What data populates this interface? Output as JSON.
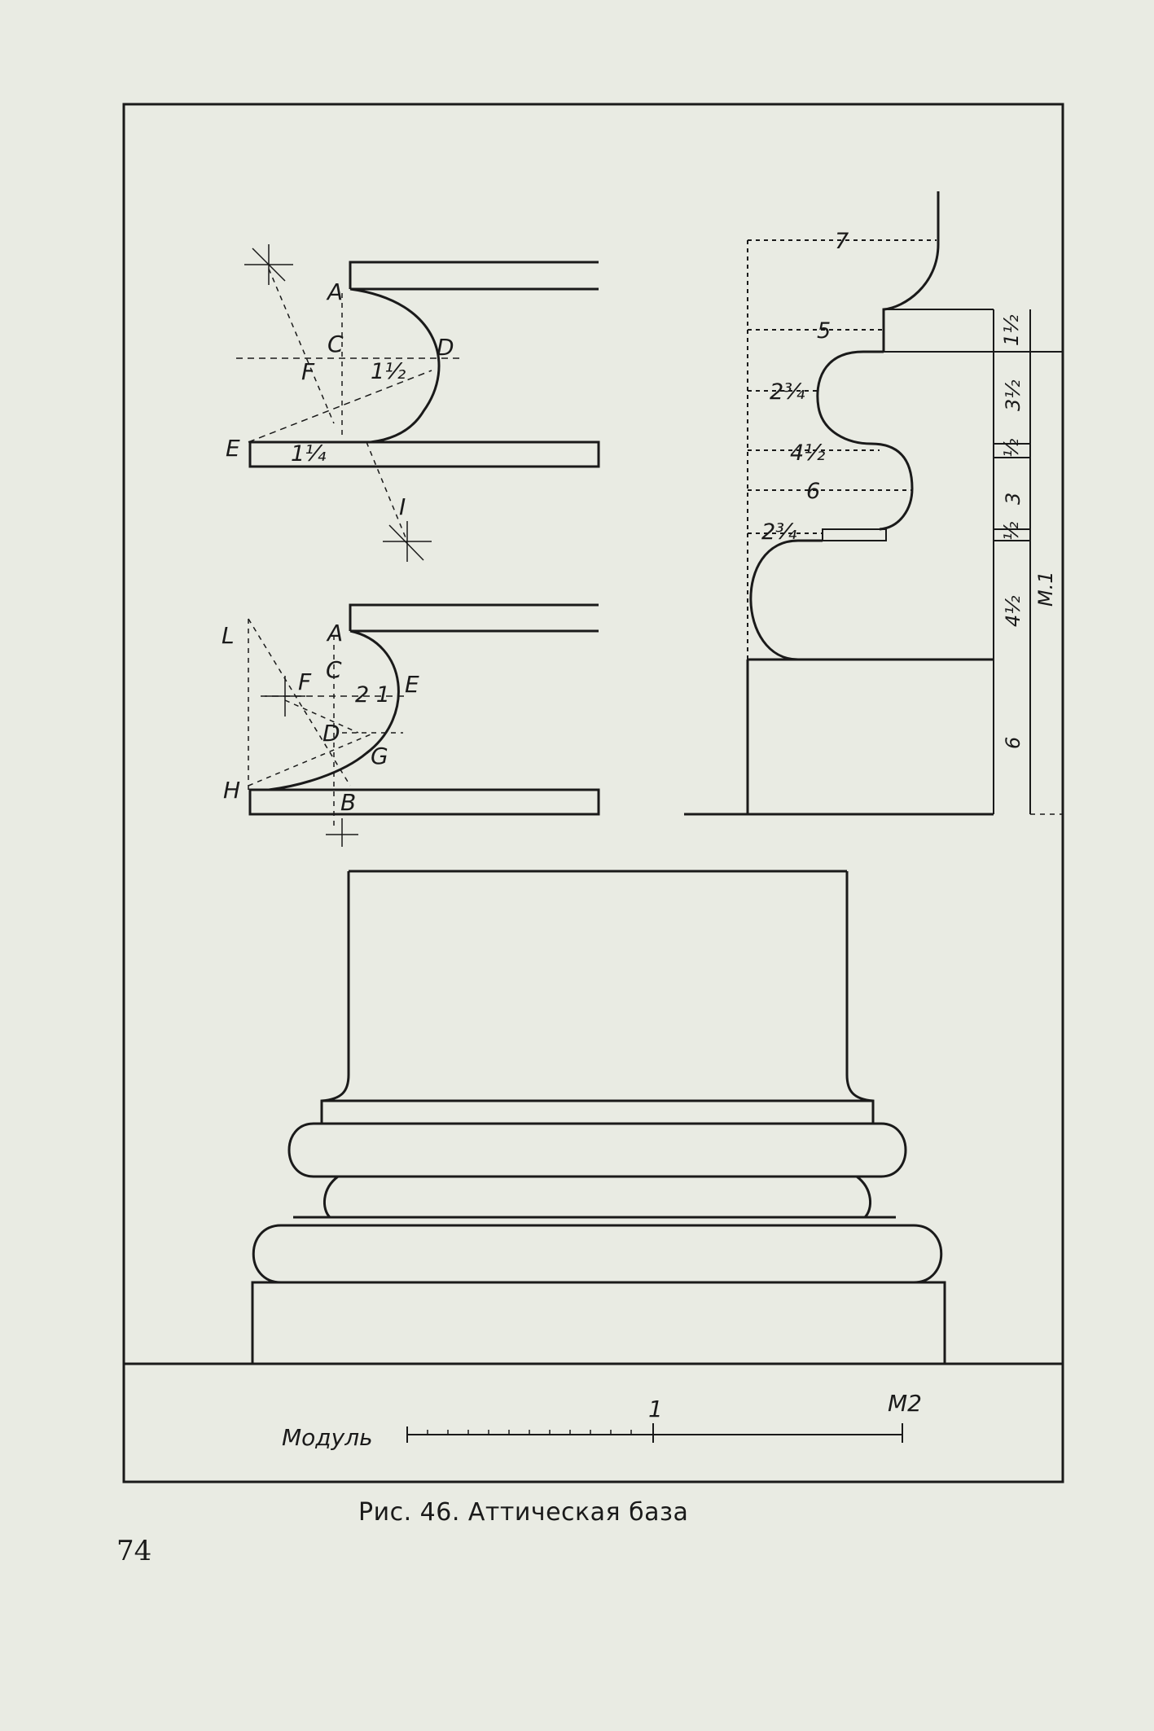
{
  "labels_top": {
    "a": "A",
    "c": "C",
    "d": "D",
    "f": "F",
    "e": "E",
    "one_half": "1½",
    "one_quarter": "1¼",
    "i": "I"
  },
  "labels_bottom": {
    "l": "L",
    "a": "A",
    "f": "F",
    "c": "C",
    "e": "E",
    "two_one": "2 1",
    "d": "D",
    "g": "G",
    "h": "H",
    "b": "B"
  },
  "profile_dims": {
    "d7": "7",
    "d5": "5",
    "d2_34a": "2¾",
    "d4_12": "4½",
    "d6": "6",
    "d2_34b": "2¾"
  },
  "right_column": {
    "r1": "1½",
    "r2": "3½",
    "r3": "½",
    "r4": "3",
    "r5": "½",
    "r6": "4½",
    "r7": "6",
    "module_mark": "M.1"
  },
  "scale": {
    "label": "Модуль",
    "mark1": "1",
    "mark2": "M2"
  },
  "caption": "Рис. 46. Аттическая база",
  "page_number": "74"
}
